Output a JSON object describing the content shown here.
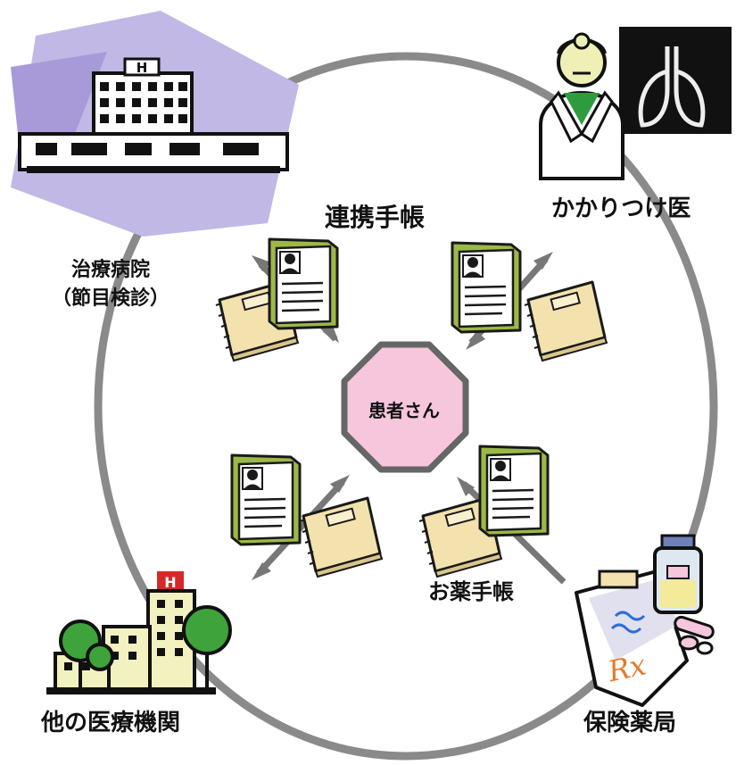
{
  "center": {
    "label": "患者さん"
  },
  "notebooks": {
    "renkei": "連携手帳",
    "okusuri": "お薬手帳"
  },
  "nodes": {
    "hospital_main": {
      "line1": "治療病院",
      "line2": "（節目検診）"
    },
    "family_doctor": {
      "label": "かかりつけ医"
    },
    "other_institutions": {
      "label": "他の医療機関"
    },
    "pharmacy": {
      "label": "保険薬局",
      "rx": "Rx"
    }
  },
  "hospital_sign": "H",
  "colors": {
    "ring": "#8a8a8a",
    "octagon_fill": "#f6c6dc",
    "octagon_stroke": "#666666",
    "folder_green": "#9cb948",
    "notebook_tan": "#f3e2ad",
    "leaf_green": "#3ea33a",
    "building_cream": "#f2f1c0",
    "lavender": "#c2b8e6",
    "skin": "#eef0b6"
  },
  "icons": [
    "hospital-building-icon",
    "doctor-icon",
    "xray-lungs-icon",
    "small-hospital-icon",
    "medicine-bottle-icon",
    "prescription-paper-icon",
    "pill-icon",
    "folder-icon",
    "notebook-icon",
    "arrow-icon"
  ]
}
